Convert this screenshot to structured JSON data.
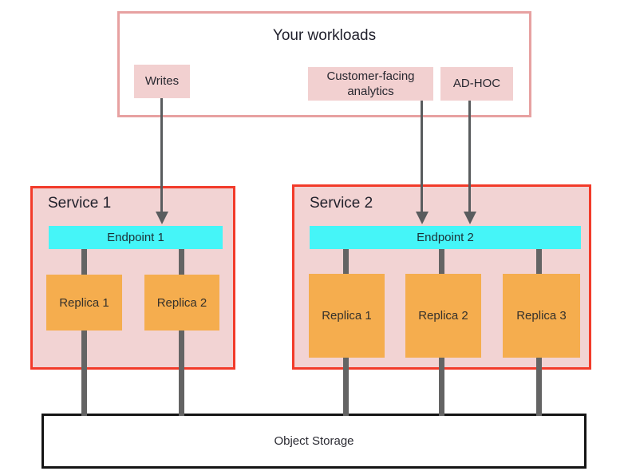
{
  "workloads": {
    "title": "Your workloads",
    "items": [
      {
        "label": "Writes"
      },
      {
        "label": "Customer-facing analytics"
      },
      {
        "label": "AD-HOC"
      }
    ]
  },
  "services": [
    {
      "name": "Service 1",
      "endpoint": "Endpoint 1",
      "replicas": [
        "Replica 1",
        "Replica 2"
      ]
    },
    {
      "name": "Service 2",
      "endpoint": "Endpoint 2",
      "replicas": [
        "Replica 1",
        "Replica 2",
        "Replica 3"
      ]
    }
  ],
  "storage": {
    "label": "Object Storage"
  },
  "colors": {
    "workloads_border": "#e7a1a1",
    "workload_item_bg": "#f2d0d0",
    "service_border": "#f23b2a",
    "service_bg": "#f2d3d3",
    "endpoint_bg": "#45f5f8",
    "replica_bg": "#f5ad4e",
    "connector_gray": "#646464",
    "arrow_gray": "#595c5e",
    "storage_border": "#141414"
  }
}
